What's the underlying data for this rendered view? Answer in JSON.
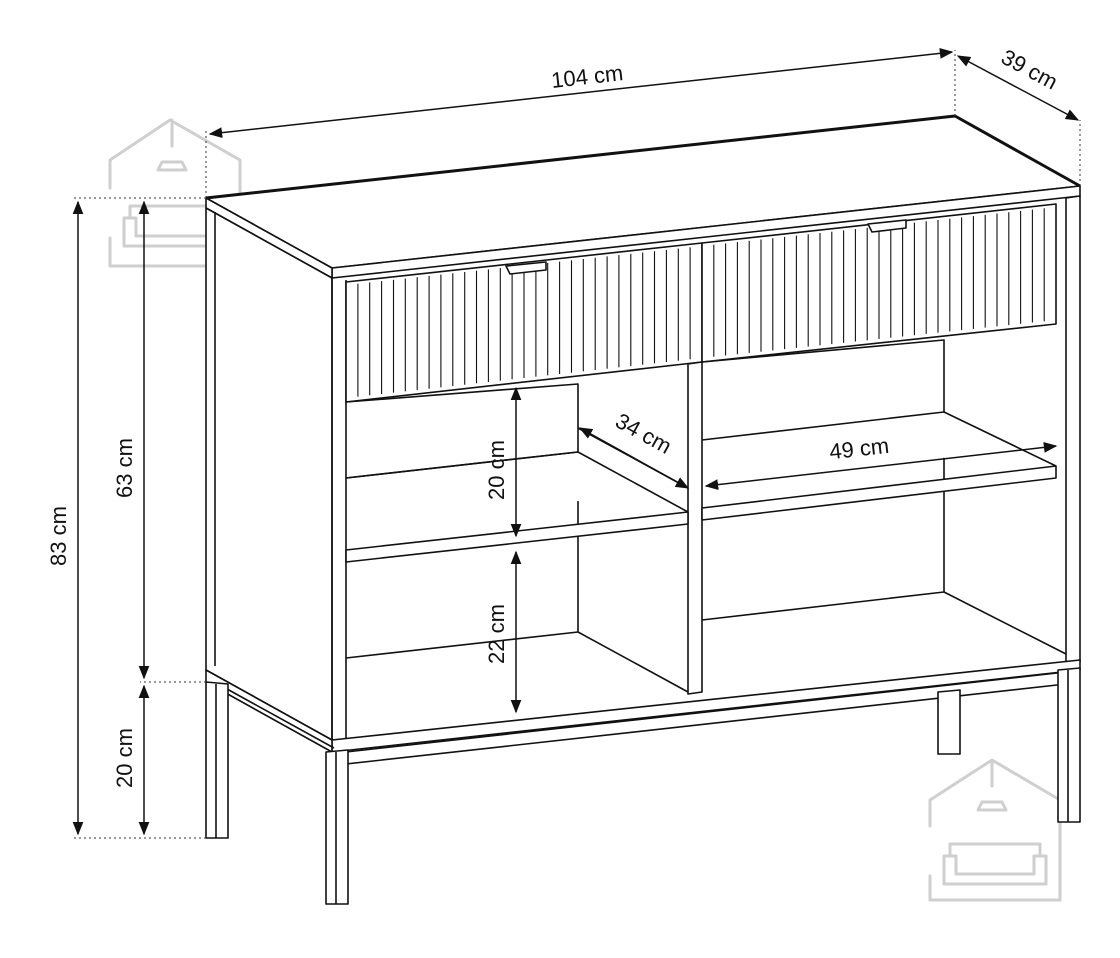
{
  "dimensions": {
    "width": "104 cm",
    "depth": "39 cm",
    "total_height": "83 cm",
    "body_height": "63 cm",
    "leg_height": "20 cm",
    "upper_shelf": "20 cm",
    "lower_shelf": "22 cm",
    "shelf_depth": "34 cm",
    "shelf_width": "49 cm"
  },
  "colors": {
    "line": "#111111",
    "watermark": "#cfcfcf"
  },
  "icons": [
    "house-sofa-logo-icon",
    "house-sofa-logo-icon"
  ]
}
